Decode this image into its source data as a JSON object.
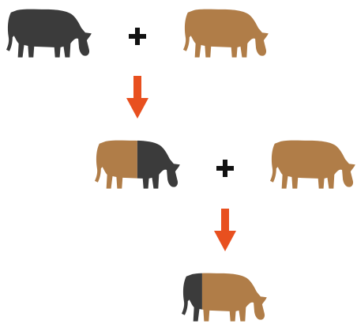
{
  "colors": {
    "dark": "#3b3b3b",
    "tan": "#b07d48",
    "plus": "#111111",
    "arrow": "#e8501f",
    "background": "#ffffff"
  },
  "diagram": {
    "generation_1": {
      "parent_a": {
        "icon": "cow-icon",
        "coat": "dark"
      },
      "operator": "plus-icon",
      "parent_b": {
        "icon": "cow-icon",
        "coat": "tan"
      }
    },
    "arrow_1": "down-arrow-icon",
    "generation_2": {
      "offspring_tan_fraction": 0.5,
      "operator": "plus-icon",
      "parent_b": {
        "icon": "cow-icon",
        "coat": "tan"
      }
    },
    "arrow_2": "down-arrow-icon",
    "generation_3": {
      "offspring_tan_fraction": 0.75
    }
  }
}
